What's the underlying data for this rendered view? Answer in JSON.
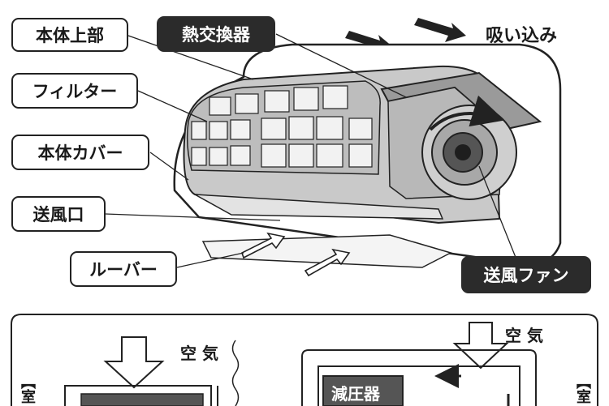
{
  "labels": {
    "body_top": "本体上部",
    "heat_exchanger": "熱交換器",
    "intake": "吸い込み",
    "filter": "フィルター",
    "body_cover": "本体カバー",
    "outlet": "送風口",
    "louver": "ルーバー",
    "fan": "送風ファン"
  },
  "lower": {
    "air_left": "空 気",
    "air_right": "空 気",
    "valve": "減圧器",
    "room_left": "【室",
    "room_right": "【室"
  },
  "colors": {
    "line": "#222222",
    "dark_fill": "#2b2b2b",
    "mid_gray": "#8c8c8c",
    "light_gray": "#d6d6d6"
  }
}
